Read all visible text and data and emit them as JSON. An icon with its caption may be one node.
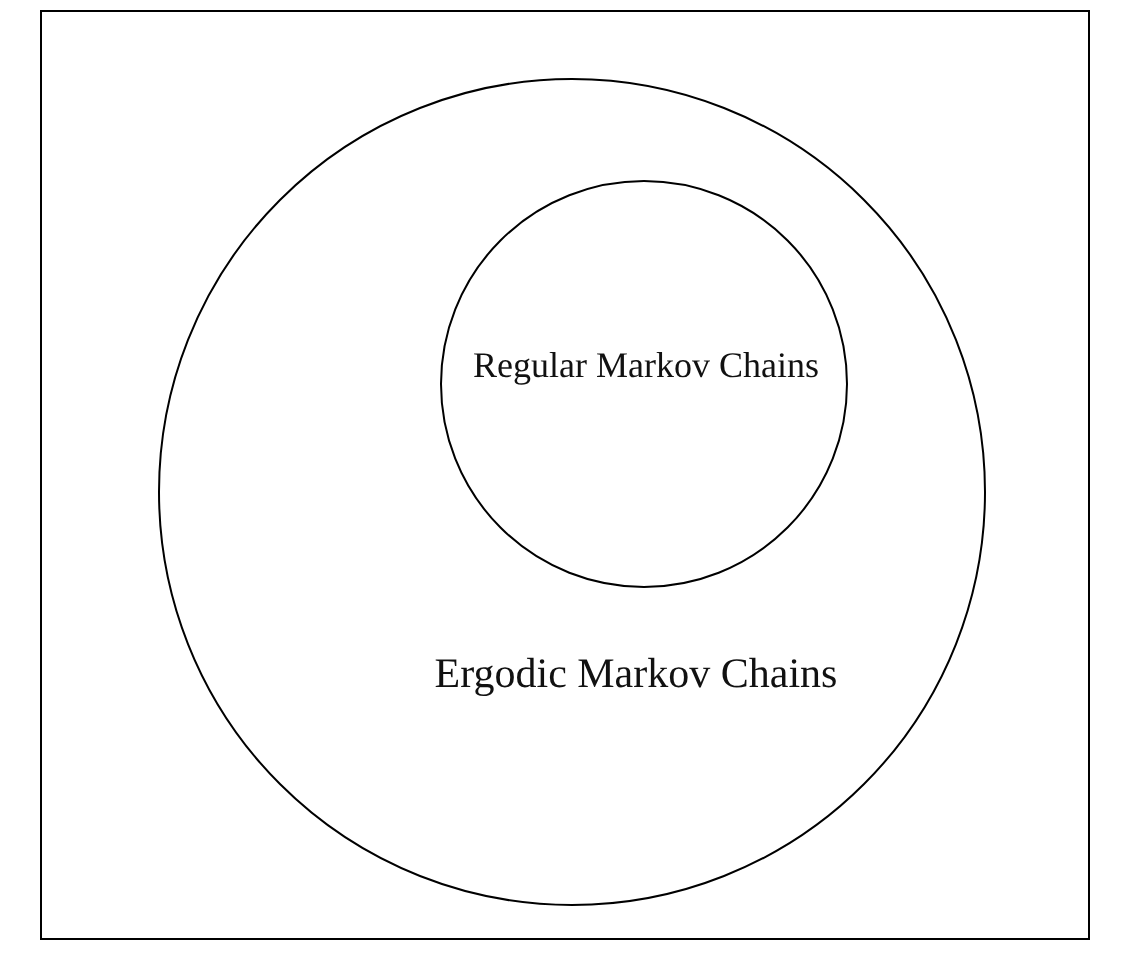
{
  "diagram": {
    "nodes": [
      {
        "text": [
          "Ergodic Markov Chains"
        ]
      },
      {
        "text": [
          "Regular Markov Chains"
        ],
        "in": 0
      }
    ]
  }
}
